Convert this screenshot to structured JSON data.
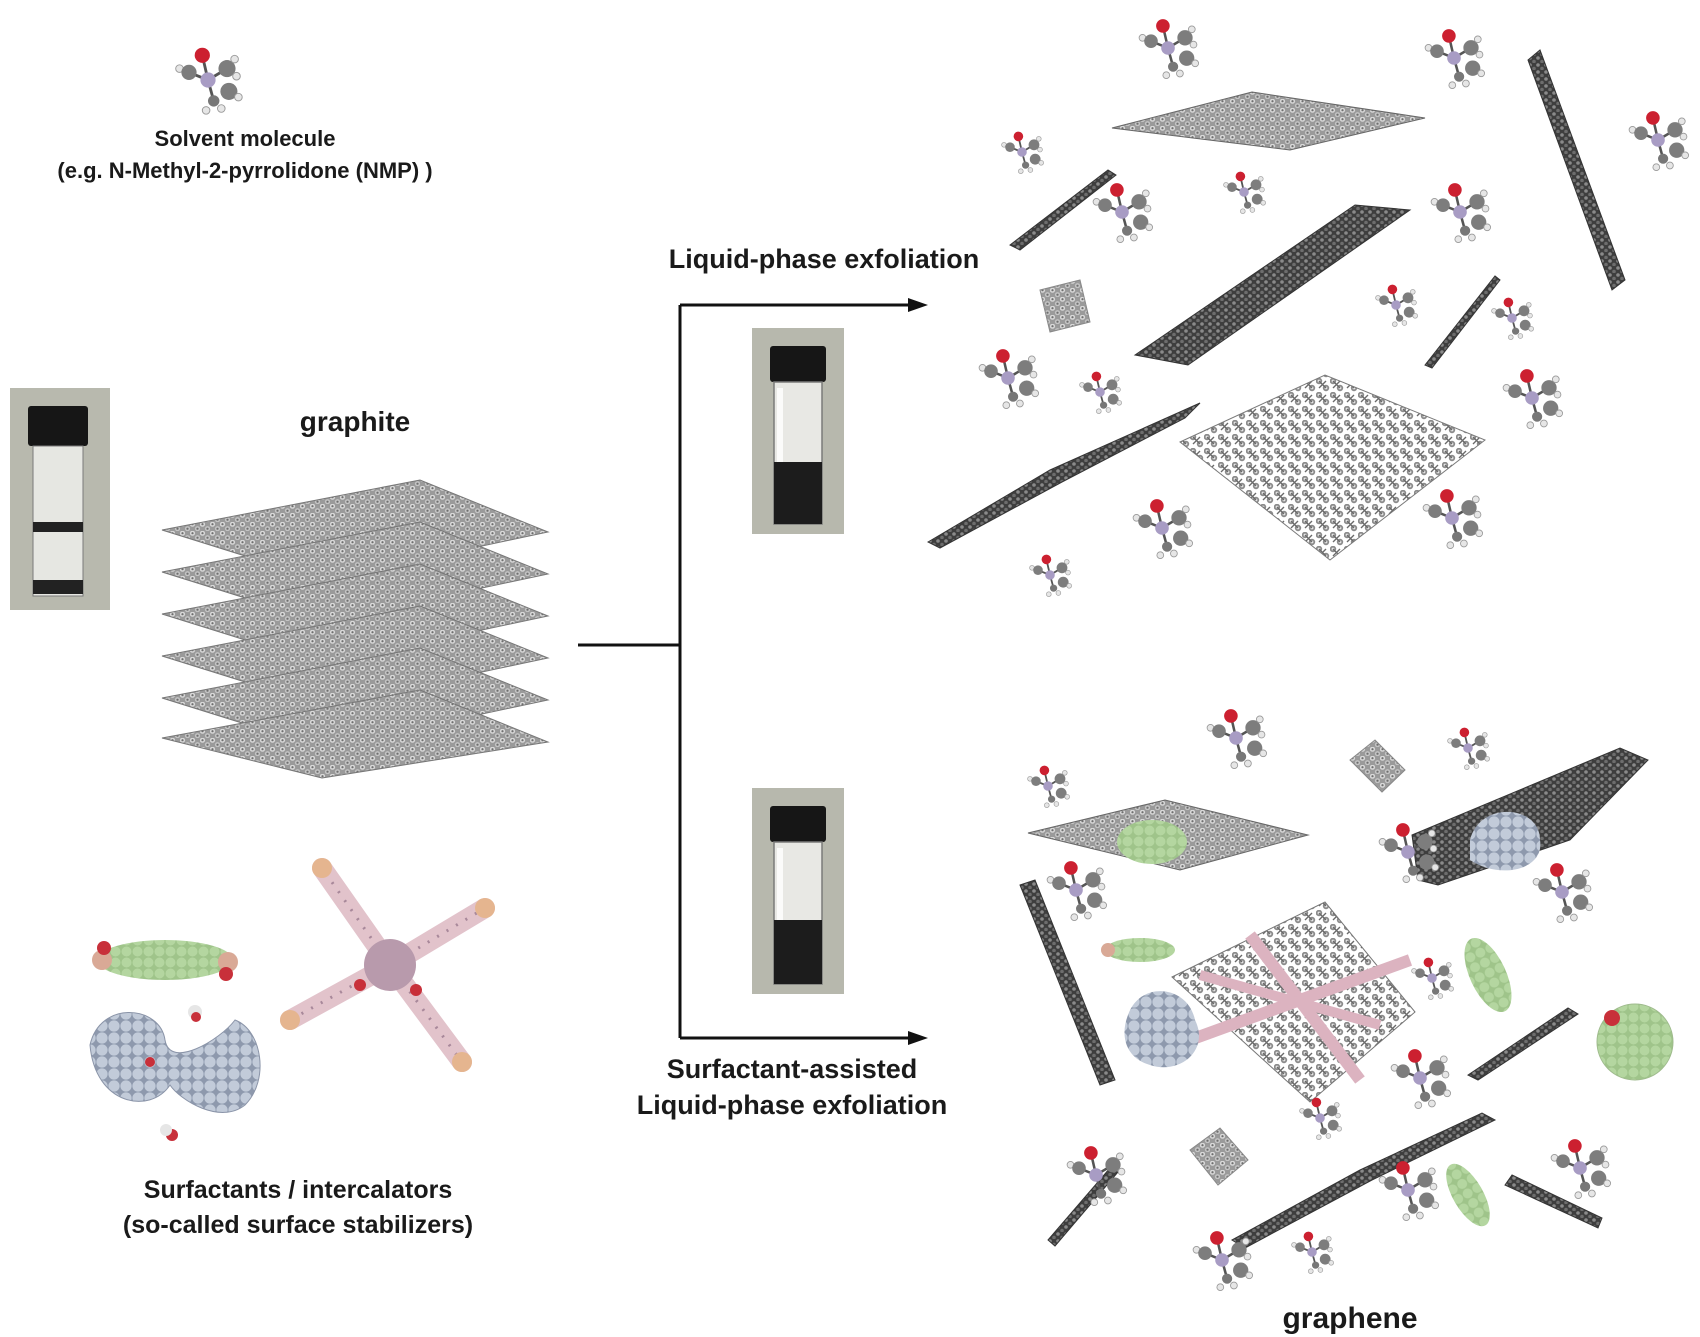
{
  "labels": {
    "solvent_title": "Solvent molecule",
    "solvent_example": "(e.g. N-Methyl-2-pyrrolidone (NMP) )",
    "graphite": "graphite",
    "route_top": "Liquid-phase exfoliation",
    "route_bottom_line1": "Surfactant-assisted",
    "route_bottom_line2": "Liquid-phase exfoliation",
    "surfactants_title": "Surfactants / intercalators",
    "surfactants_subtitle": "(so-called surface stabilizers)",
    "graphene": "graphene"
  },
  "colors": {
    "carbon": "#8a8a8a",
    "carbon_dark": "#4a4a4a",
    "hydrogen": "#e8e8e8",
    "oxygen": "#c0212b",
    "nitrogen": "#a89cc4",
    "green_surfactant": "#a9cc93",
    "pink_surfactant": "#e2c3cb",
    "blue_surfactant": "#b2bccd",
    "vial_cap": "#1b1b1b",
    "vial_liquid": "#1e1e1e",
    "photo_bg": "#b9b9ae",
    "arrow": "#111111"
  },
  "icons": {
    "molecule": "nmp-molecule-icon",
    "vial": "vial-photo",
    "sheet": "graphene-sheet-icon"
  }
}
